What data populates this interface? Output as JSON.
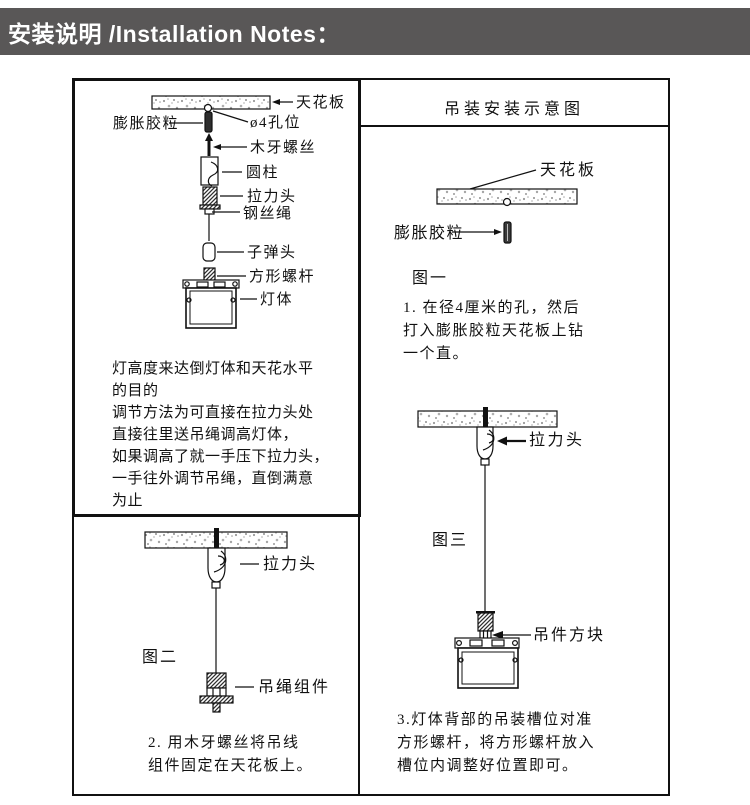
{
  "colors": {
    "header_bg": "#595757",
    "header_text": "#ffffff",
    "line": "#111111"
  },
  "header": {
    "title": "安装说明 /Installation Notes："
  },
  "panel_title": "吊装安装示意图",
  "exploded": {
    "ceiling": "天花板",
    "hole": "ø4孔位",
    "anchor": "膨胀胶粒",
    "wood_screw": "木牙螺丝",
    "cylinder": "圆柱",
    "pull_head": "拉力头",
    "wire_rope": "钢丝绳",
    "bullet": "子弹头",
    "square_rod": "方形螺杆",
    "lamp_body": "灯体",
    "note_lines": [
      "灯高度来达倒灯体和天花水平",
      "的目的",
      "调节方法为可直接在拉力头处",
      "直接往里送吊绳调高灯体，",
      "如果调高了就一手压下拉力头，",
      "一手往外调节吊绳，直倒满意",
      "为止"
    ]
  },
  "fig1": {
    "ceiling": "天花板",
    "anchor": "膨胀胶粒",
    "caption": "图一",
    "steps": [
      "1. 在径4厘米的孔，然后",
      "打入膨胀胶粒天花板上钻",
      "一个直。"
    ]
  },
  "fig2": {
    "pull_head": "拉力头",
    "caption": "图二",
    "rope_assembly": "吊绳组件",
    "steps": [
      "2. 用木牙螺丝将吊线",
      "组件固定在天花板上。"
    ]
  },
  "fig3": {
    "pull_head": "拉力头",
    "caption": "图三",
    "hanger_block": "吊件方块",
    "steps": [
      "3.灯体背部的吊装槽位对准",
      "方形螺杆，将方形螺杆放入",
      "槽位内调整好位置即可。"
    ]
  }
}
